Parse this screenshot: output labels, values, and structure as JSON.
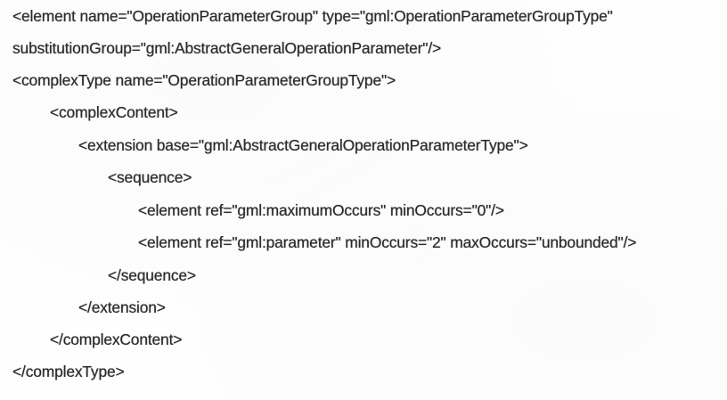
{
  "document": {
    "kind": "code-snippet",
    "language": "XML Schema (XSD)",
    "background_color": "#fefefe",
    "text_color": "#2a2a2a",
    "lines": [
      {
        "index": 1,
        "indent_level": 0,
        "text": "<element name=\"OperationParameterGroup\" type=\"gml:OperationParameterGroupType\""
      },
      {
        "index": 2,
        "indent_level": 0,
        "text": "substitutionGroup=\"gml:AbstractGeneralOperationParameter\"/>"
      },
      {
        "index": 3,
        "indent_level": 0,
        "text": "<complexType name=\"OperationParameterGroupType\">"
      },
      {
        "index": 4,
        "indent_level": 1,
        "text": "<complexContent>"
      },
      {
        "index": 5,
        "indent_level": 2,
        "text": "<extension base=\"gml:AbstractGeneralOperationParameterType\">"
      },
      {
        "index": 6,
        "indent_level": 3,
        "text": "<sequence>"
      },
      {
        "index": 7,
        "indent_level": 4,
        "text": "<element ref=\"gml:maximumOccurs\" minOccurs=\"0\"/>"
      },
      {
        "index": 8,
        "indent_level": 4,
        "text": "<element ref=\"gml:parameter\" minOccurs=\"2\" maxOccurs=\"unbounded\"/>"
      },
      {
        "index": 9,
        "indent_level": 3,
        "text": "</sequence>"
      },
      {
        "index": 10,
        "indent_level": 2,
        "text": "</extension>"
      },
      {
        "index": 11,
        "indent_level": 1,
        "text": "</complexContent>"
      },
      {
        "index": 12,
        "indent_level": 0,
        "text": "</complexType>"
      }
    ]
  }
}
